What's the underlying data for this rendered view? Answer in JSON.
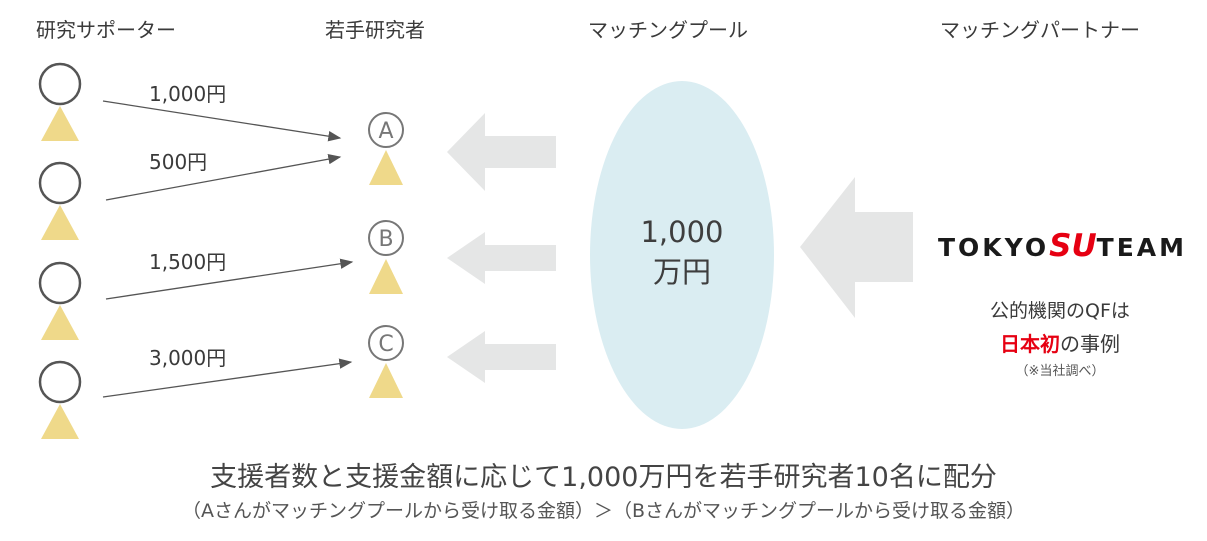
{
  "headers": {
    "supporters": "研究サポーター",
    "researchers": "若手研究者",
    "pool": "マッチングプール",
    "partner": "マッチングパートナー"
  },
  "donations": [
    {
      "amount": "1,000円",
      "to": "A"
    },
    {
      "amount": "500円",
      "to": "A"
    },
    {
      "amount": "1,500円",
      "to": "B"
    },
    {
      "amount": "3,000円",
      "to": "C"
    }
  ],
  "researchers": [
    "A",
    "B",
    "C"
  ],
  "pool": {
    "amount_line1": "1,000",
    "amount_line2": "万円"
  },
  "partner": {
    "logo_part1": "TOKYO",
    "logo_part2": "SU",
    "logo_part3": "TEAM",
    "note_line1": "公的機関のQFは",
    "note_highlight": "日本初",
    "note_rest": "の事例",
    "note_small": "（※当社調べ）"
  },
  "footer": {
    "line1": "支援者数と支援金額に応じて1,000万円を若手研究者10名に配分",
    "line2": "（Aさんがマッチングプールから受け取る金額）＞（Bさんがマッチングプールから受け取る金額）"
  },
  "colors": {
    "person_head_stroke": "#555555",
    "person_body": "#efd98a",
    "pool_fill": "#daedf2",
    "arrow_fill": "#e5e6e6",
    "highlight_red": "#e60012"
  }
}
